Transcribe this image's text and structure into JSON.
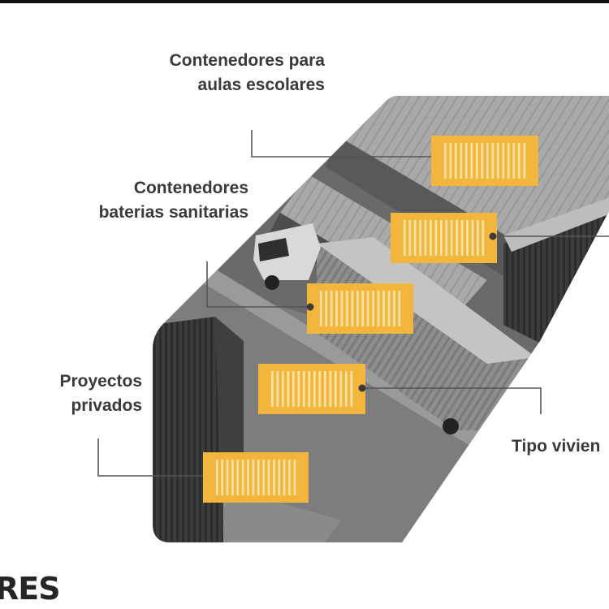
{
  "labels": {
    "aulas": {
      "line1": "Contenedores para",
      "line2": "aulas escolares"
    },
    "baterias": {
      "line1": "Contenedores",
      "line2": "baterias sanitarias"
    },
    "privados": {
      "line1": "Proyectos",
      "line2": "privados"
    },
    "vivienda": {
      "text": "Tipo vivien"
    }
  },
  "brand": {
    "text": "RES"
  },
  "colors": {
    "accent": "#F2B63D",
    "connector": "#555555",
    "text": "#3A3A3A"
  }
}
